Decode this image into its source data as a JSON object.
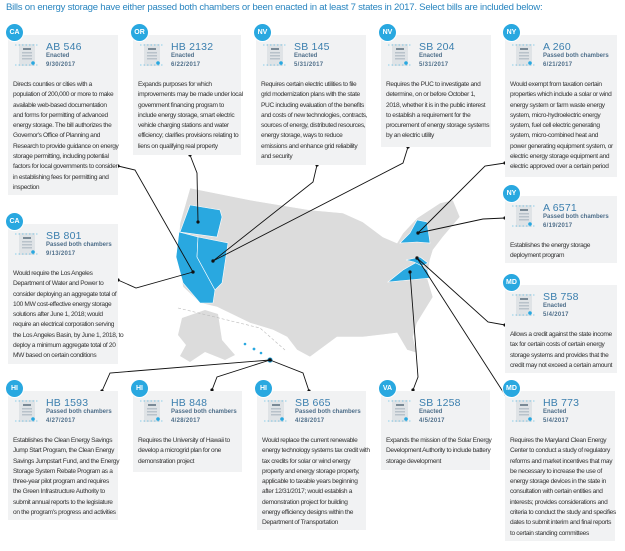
{
  "title": "Bills on energy storage have either passed both chambers or been enacted in at least 7 states in 2017. Select bills are included below:",
  "colors": {
    "accent": "#29a8e0",
    "title": "#2a86c0",
    "card_bg": "#f1f2f3",
    "map_gray": "#dcdcdc"
  },
  "highlighted_states": [
    "CA",
    "OR",
    "NV",
    "NY",
    "MD",
    "VA",
    "HI"
  ],
  "bills": [
    {
      "state": "CA",
      "bill": "AB 546",
      "status": "Enacted",
      "date": "9/30/2017",
      "lines": [
        "Directs counties or cities with a",
        "population of 200,000 or more to make",
        "available web-based documentation",
        "and forms for permitting of advanced",
        "energy storage. The bill authorizes the",
        "Governor's Office of Planning and",
        "Research to provide guidance on energy",
        "storage permitting, including potential",
        "factors for local governments to consider",
        "in establishing fees for permitting and",
        "inspection"
      ]
    },
    {
      "state": "OR",
      "bill": "HB 2132",
      "status": "Enacted",
      "date": "6/22/2017",
      "lines": [
        "Expands purposes for which",
        "improvements may be made under local",
        "government financing program to",
        "include energy storage, smart electric",
        "vehicle charging stations and water",
        "efficiency; clarifies provisions relating to",
        "liens on qualifying real property"
      ]
    },
    {
      "state": "NV",
      "bill": "SB 145",
      "status": "Enacted",
      "date": "5/31/2017",
      "lines": [
        "Requires certain electric utilities to file",
        "grid modernization plans with the state",
        "PUC including evaluation of the benefits",
        "and costs of new technologies, contracts,",
        "sources of energy, distributed resources,",
        "energy storage, ways to reduce",
        "emissions and enhance grid reliability",
        "and security"
      ]
    },
    {
      "state": "NV",
      "bill": "SB 204",
      "status": "Enacted",
      "date": "5/31/2017",
      "lines": [
        "Requires the PUC to investigate and",
        "determine, on or before October 1,",
        "2018, whether it is in the public interest",
        "to establish a requirement for the",
        "procurement of energy storage systems",
        "by an electric utility"
      ]
    },
    {
      "state": "NY",
      "bill": "A 260",
      "status": "Passed both chambers",
      "date": "6/21/2017",
      "lines": [
        "Would exempt from taxation certain",
        "properties which include a solar or wind",
        "energy system or farm waste energy",
        "system, micro-hydroelectric energy",
        "system, fuel cell electric generating",
        "system, micro-combined heat and",
        "power generating equipment system, or",
        "electric energy storage equipment and",
        "electric approved over a certain period"
      ]
    },
    {
      "state": "CA",
      "bill": "SB 801",
      "status": "Passed both chambers",
      "date": "9/13/2017",
      "lines": [
        "Would require the Los Angeles",
        "Department of Water and Power to",
        "consider deploying an aggregate total of",
        "100 MW cost-effective energy storage",
        "solutions after June 1, 2018; would",
        "require an electrical corporation serving",
        "the Los Angeles Basin, by June 1, 2018, to",
        "deploy a minimum aggregate total of 20",
        "MW based on certain conditions"
      ]
    },
    {
      "state": "NY",
      "bill": "A 6571",
      "status": "Passed both chambers",
      "date": "6/19/2017",
      "lines": [
        "Establishes the energy storage",
        "deployment program"
      ]
    },
    {
      "state": "MD",
      "bill": "SB 758",
      "status": "Enacted",
      "date": "5/4/2017",
      "lines": [
        "Allows a credit against the state income",
        "tax for certain costs of certain energy",
        "storage systems and provides that the",
        "credit may not exceed a certain amount"
      ]
    },
    {
      "state": "HI",
      "bill": "HB 1593",
      "status": "Passed both chambers",
      "date": "4/27/2017",
      "lines": [
        "Establishes the Clean Energy Savings",
        "Jump Start Program, the Clean Energy",
        "Savings Jumpstart Fund, and the Energy",
        "Storage System Rebate Program as a",
        "three-year pilot program and requires",
        "the Green Infrastructure Authority to",
        "submit annual reports to the legislature",
        "on the program's progress and activities"
      ]
    },
    {
      "state": "HI",
      "bill": "HB 848",
      "status": "Passed both chambers",
      "date": "4/28/2017",
      "lines": [
        "Requires the University of Hawaii to",
        "develop a microgrid plan for one",
        "demonstration project"
      ]
    },
    {
      "state": "HI",
      "bill": "SB 665",
      "status": "Passed both chambers",
      "date": "4/28/2017",
      "lines": [
        "Would replace the current renewable",
        "energy technology systems tax credit with",
        "tax credits for solar or wind energy",
        "property and energy storage property,",
        "applicable to taxable years beginning",
        "after 12/31/2017; would establish a",
        "demonstration project for building",
        "energy efficiency designs within the",
        "Department of Transportation"
      ]
    },
    {
      "state": "VA",
      "bill": "SB 1258",
      "status": "Enacted",
      "date": "4/5/2017",
      "lines": [
        "Expands the mission of the Solar Energy",
        "Development Authority to include battery",
        "storage development"
      ]
    },
    {
      "state": "MD",
      "bill": "HB 773",
      "status": "Enacted",
      "date": "5/4/2017",
      "lines": [
        "Requires the Maryland Clean Energy",
        "Center to conduct a study of regulatory",
        "reforms and market incentives that may",
        "be necessary to increase the use of",
        "energy storage devices in the state in",
        "consultation with certain entities and",
        "interests; provides considerations and",
        "criteria to conduct the study and specifies",
        "dates to submit interim and final reports",
        "to certain standing committees"
      ]
    }
  ]
}
